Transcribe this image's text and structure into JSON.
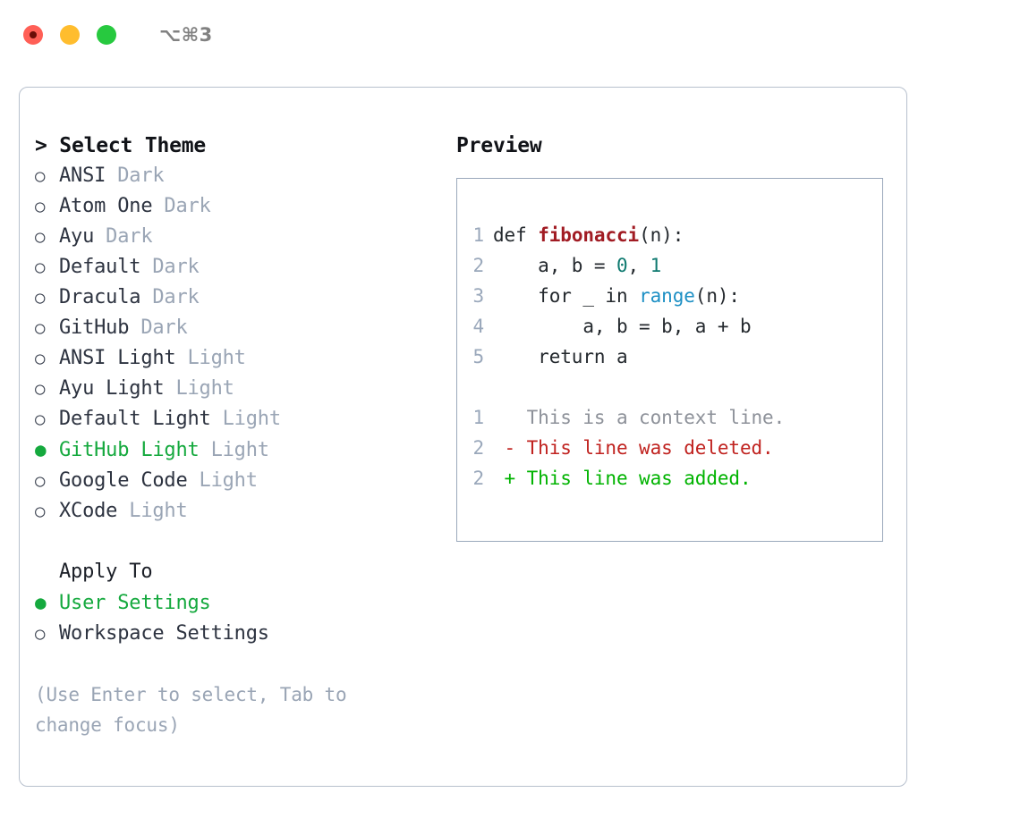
{
  "titlebar": {
    "traffic_lights": [
      {
        "name": "close-button",
        "color": "#ff5f56"
      },
      {
        "name": "minimize-button",
        "color": "#ffbd2e"
      },
      {
        "name": "zoom-button",
        "color": "#27c93f"
      }
    ],
    "shortcut": "⌥⌘3"
  },
  "theme_picker": {
    "heading": "> Select Theme",
    "items": [
      {
        "marker": "○",
        "name": "ANSI",
        "suffix": "Dark",
        "selected": false
      },
      {
        "marker": "○",
        "name": "Atom One",
        "suffix": "Dark",
        "selected": false
      },
      {
        "marker": "○",
        "name": "Ayu",
        "suffix": "Dark",
        "selected": false
      },
      {
        "marker": "○",
        "name": "Default",
        "suffix": "Dark",
        "selected": false
      },
      {
        "marker": "○",
        "name": "Dracula",
        "suffix": "Dark",
        "selected": false
      },
      {
        "marker": "○",
        "name": "GitHub",
        "suffix": "Dark",
        "selected": false
      },
      {
        "marker": "○",
        "name": "ANSI Light",
        "suffix": "Light",
        "selected": false
      },
      {
        "marker": "○",
        "name": "Ayu Light",
        "suffix": "Light",
        "selected": false
      },
      {
        "marker": "○",
        "name": "Default Light",
        "suffix": "Light",
        "selected": false
      },
      {
        "marker": "●",
        "name": "GitHub Light",
        "suffix": "Light",
        "selected": true
      },
      {
        "marker": "○",
        "name": "Google Code",
        "suffix": "Light",
        "selected": false
      },
      {
        "marker": "○",
        "name": "XCode",
        "suffix": "Light",
        "selected": false
      }
    ]
  },
  "apply_to": {
    "heading": "Apply To",
    "items": [
      {
        "marker": "●",
        "name": "User Settings",
        "selected": true
      },
      {
        "marker": "○",
        "name": "Workspace Settings",
        "selected": false
      }
    ]
  },
  "hint": "(Use Enter to select, Tab to change focus)",
  "preview": {
    "title": "Preview",
    "code": [
      {
        "ln": "1",
        "segments": [
          {
            "t": "def ",
            "c": "code-text"
          },
          {
            "t": "fibonacci",
            "c": "tok-fn"
          },
          {
            "t": "(n):",
            "c": "code-text"
          }
        ]
      },
      {
        "ln": "2",
        "segments": [
          {
            "t": "    a, b = ",
            "c": "code-text"
          },
          {
            "t": "0",
            "c": "tok-num"
          },
          {
            "t": ", ",
            "c": "code-text"
          },
          {
            "t": "1",
            "c": "tok-num"
          }
        ]
      },
      {
        "ln": "3",
        "segments": [
          {
            "t": "    for _ in ",
            "c": "code-text"
          },
          {
            "t": "range",
            "c": "tok-call"
          },
          {
            "t": "(n):",
            "c": "code-text"
          }
        ]
      },
      {
        "ln": "4",
        "segments": [
          {
            "t": "        a, b = b, a + b",
            "c": "code-text"
          }
        ]
      },
      {
        "ln": "5",
        "segments": [
          {
            "t": "    return a",
            "c": "code-text"
          }
        ]
      }
    ],
    "diff": [
      {
        "ln": "1",
        "segments": [
          {
            "t": "   This is a context line.",
            "c": "diff-ctx"
          }
        ]
      },
      {
        "ln": "2",
        "segments": [
          {
            "t": " - This line was deleted.",
            "c": "diff-del"
          }
        ]
      },
      {
        "ln": "2",
        "segments": [
          {
            "t": " + This line was added.",
            "c": "diff-add"
          }
        ]
      }
    ]
  },
  "colors": {
    "accent_green": "#15a93e",
    "panel_border": "#b7c0cd",
    "preview_border": "#9aa8bb",
    "muted_text": "#9aa5b5",
    "line_number": "#9aa8bb",
    "diff_added": "#00b300",
    "diff_deleted": "#c0221f",
    "diff_context": "#8d9199"
  }
}
